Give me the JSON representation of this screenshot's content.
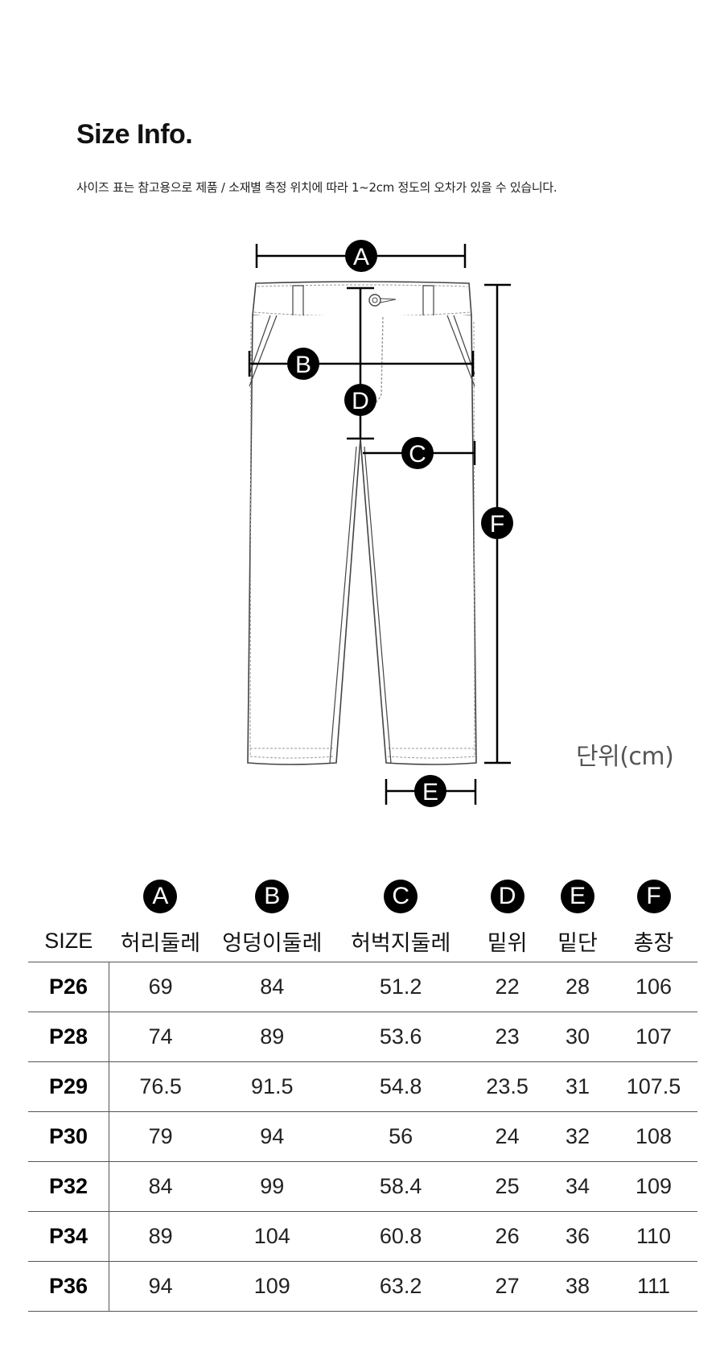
{
  "header": {
    "title": "Size Info.",
    "subtitle": "사이즈 표는 참고용으로 제품 / 소재별 측정 위치에 따라 1~2cm 정도의 오차가 있을 수 있습니다."
  },
  "diagram": {
    "labels": [
      "A",
      "B",
      "C",
      "D",
      "E",
      "F"
    ],
    "unit": "단위(cm)"
  },
  "table": {
    "badges": [
      "A",
      "B",
      "C",
      "D",
      "E",
      "F"
    ],
    "columns": [
      "SIZE",
      "허리둘레",
      "엉덩이둘레",
      "허벅지둘레",
      "밑위",
      "밑단",
      "총장"
    ],
    "rows": [
      [
        "P26",
        "69",
        "84",
        "51.2",
        "22",
        "28",
        "106"
      ],
      [
        "P28",
        "74",
        "89",
        "53.6",
        "23",
        "30",
        "107"
      ],
      [
        "P29",
        "76.5",
        "91.5",
        "54.8",
        "23.5",
        "31",
        "107.5"
      ],
      [
        "P30",
        "79",
        "94",
        "56",
        "24",
        "32",
        "108"
      ],
      [
        "P32",
        "84",
        "99",
        "58.4",
        "25",
        "34",
        "109"
      ],
      [
        "P34",
        "89",
        "104",
        "60.8",
        "26",
        "36",
        "110"
      ],
      [
        "P36",
        "94",
        "109",
        "63.2",
        "27",
        "38",
        "111"
      ]
    ]
  }
}
